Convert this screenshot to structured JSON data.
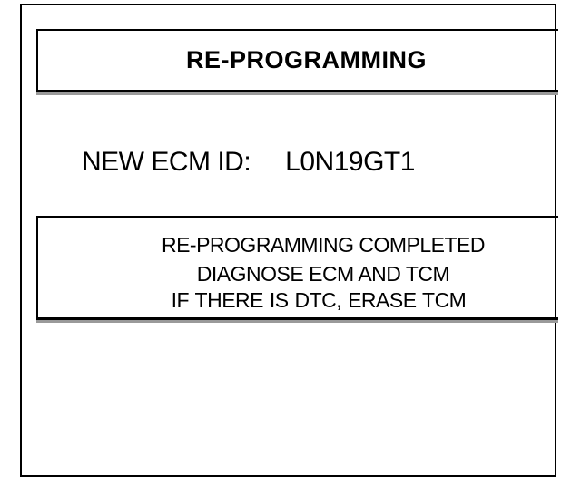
{
  "screen": {
    "title": "RE-PROGRAMMING",
    "ecm": {
      "label": "NEW ECM ID:",
      "value": "L0N19GT1"
    },
    "message": {
      "line1": "RE-PROGRAMMING COMPLETED",
      "line2": "DIAGNOSE ECM AND TCM",
      "line3": "IF THERE IS DTC, ERASE   TCM"
    }
  }
}
